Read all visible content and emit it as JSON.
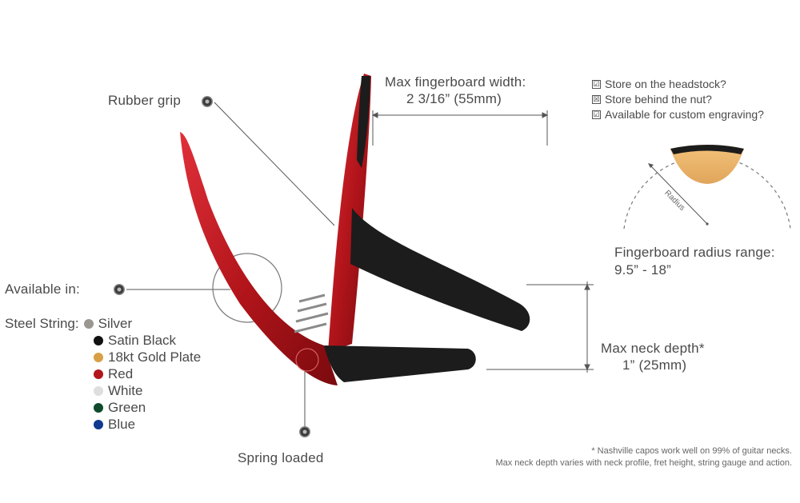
{
  "callouts": {
    "rubber_grip": "Rubber grip",
    "available_in": "Available in:",
    "spring_loaded": "Spring loaded"
  },
  "fingerboard_width": {
    "line1": "Max fingerboard width:",
    "line2": "2 3/16” (55mm)"
  },
  "features": [
    {
      "mark": "☑",
      "text": "Store on the headstock?"
    },
    {
      "mark": "☒",
      "text": "Store behind the nut?"
    },
    {
      "mark": "☑",
      "text": "Available for custom engraving?"
    }
  ],
  "radius": {
    "diagram_label": "Radius",
    "title": "Fingerboard radius range:",
    "range": "9.5” - 18”"
  },
  "neck_depth": {
    "line1": "Max neck depth*",
    "line2": "1” (25mm)"
  },
  "colors": {
    "heading": "Steel String:",
    "items": [
      {
        "name": "Silver",
        "color": "#9a9690"
      },
      {
        "name": "Satin Black",
        "color": "#111111"
      },
      {
        "name": "18kt Gold Plate",
        "color": "#d8a046"
      },
      {
        "name": "Red",
        "color": "#b3151b"
      },
      {
        "name": "White",
        "color": "#dedede"
      },
      {
        "name": "Green",
        "color": "#0f4a2c"
      },
      {
        "name": "Blue",
        "color": "#0f3a8f"
      }
    ]
  },
  "footnote": {
    "line1": "* Nashville capos work well on 99% of guitar necks.",
    "line2": "Max neck depth varies with neck profile, fret height, string gauge and action."
  },
  "product_colors": {
    "body_red": "#b3151b",
    "grip_black": "#1c1c1c"
  }
}
